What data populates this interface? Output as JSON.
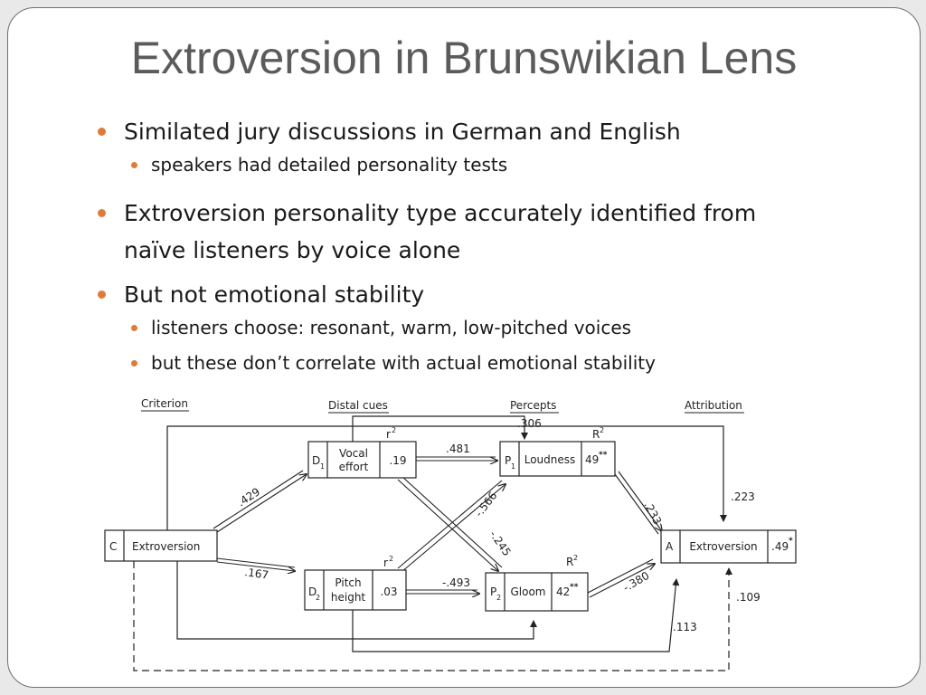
{
  "slide": {
    "title": "Extroversion in Brunswikian Lens",
    "bullets": [
      {
        "level": 1,
        "text": "Similated jury discussions in German and English"
      },
      {
        "level": 2,
        "text": "speakers had detailed personality tests"
      },
      {
        "level": 1,
        "text": "Extroversion personality type accurately identified from"
      },
      {
        "level": 1,
        "text": "naïve listeners by voice alone"
      },
      {
        "level": 1,
        "text": "But not emotional stability"
      },
      {
        "level": 2,
        "text": "listeners choose: resonant, warm, low-pitched voices"
      },
      {
        "level": 2,
        "text": "but these don’t correlate with actual emotional stability"
      }
    ],
    "bullet_color": "#e07a3a"
  },
  "diagram": {
    "headers": {
      "criterion": "Criterion",
      "distal": "Distal cues",
      "percepts": "Percepts",
      "attribution": "Attribution"
    },
    "boxes": {
      "c": {
        "id": "C",
        "label": "Extroversion"
      },
      "d1": {
        "id": "D",
        "sub": "1",
        "label1": "Vocal",
        "label2": "effort",
        "value": ".19",
        "stat": "r",
        "stat_sup": "2"
      },
      "d2": {
        "id": "D",
        "sub": "2",
        "label1": "Pitch",
        "label2": "height",
        "value": ".03",
        "stat": "r",
        "stat_sup": "2"
      },
      "p1": {
        "id": "P",
        "sub": "1",
        "label": "Loudness",
        "value": "49",
        "sig": "**",
        "stat": "R",
        "stat_sup": "2"
      },
      "p2": {
        "id": "P",
        "sub": "2",
        "label": "Gloom",
        "value": "42",
        "sig": "**",
        "stat": "R",
        "stat_sup": "2"
      },
      "a": {
        "id": "A",
        "label": "Extroversion",
        "value": ".49",
        "sig": "*"
      }
    },
    "coefficients": {
      "c_d1": ".429",
      "c_d2": ".167",
      "d1_p1": ".481",
      "d2_p2": "-.493",
      "d2_p1": "-.566",
      "d1_p2": "-.245",
      "p1_a": ".233",
      "p2_a": "-.380",
      "d1_top": ".306",
      "c_top": ".223",
      "d2_bottom": ".113",
      "dashed": ".109"
    }
  }
}
